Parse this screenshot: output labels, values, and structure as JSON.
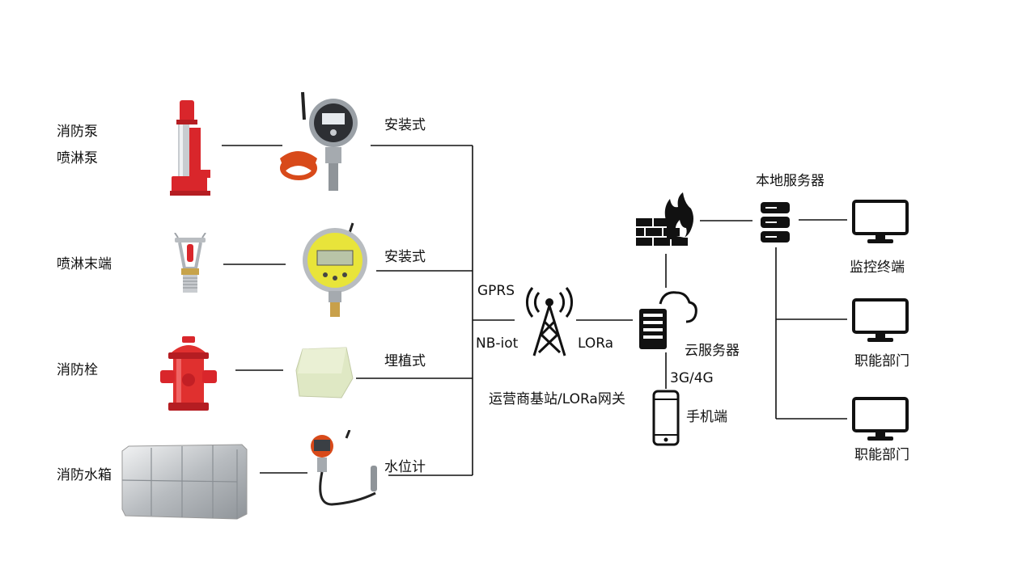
{
  "sources": [
    {
      "labels": [
        "消防泵",
        "喷淋泵"
      ]
    },
    {
      "labels": [
        "喷淋末端"
      ]
    },
    {
      "labels": [
        "消防栓"
      ]
    },
    {
      "labels": [
        "消防水箱"
      ]
    }
  ],
  "sensors": [
    "安装式",
    "安装式",
    "埋植式",
    "水位计"
  ],
  "network": {
    "gprs": "GPRS",
    "nbiot": "NB-iot",
    "lora": "LORa",
    "station": "运营商基站/LORa网关"
  },
  "cloud": {
    "server": "云服务器",
    "mobile_net": "3G/4G",
    "phone": "手机端"
  },
  "local": {
    "server": "本地服务器",
    "terminals": [
      "监控终端",
      "职能部门",
      "职能部门"
    ]
  },
  "colors": {
    "line": "#111111",
    "red": "#d9262b",
    "steel": "#c8ccd0",
    "yellow": "#e8e43a"
  }
}
